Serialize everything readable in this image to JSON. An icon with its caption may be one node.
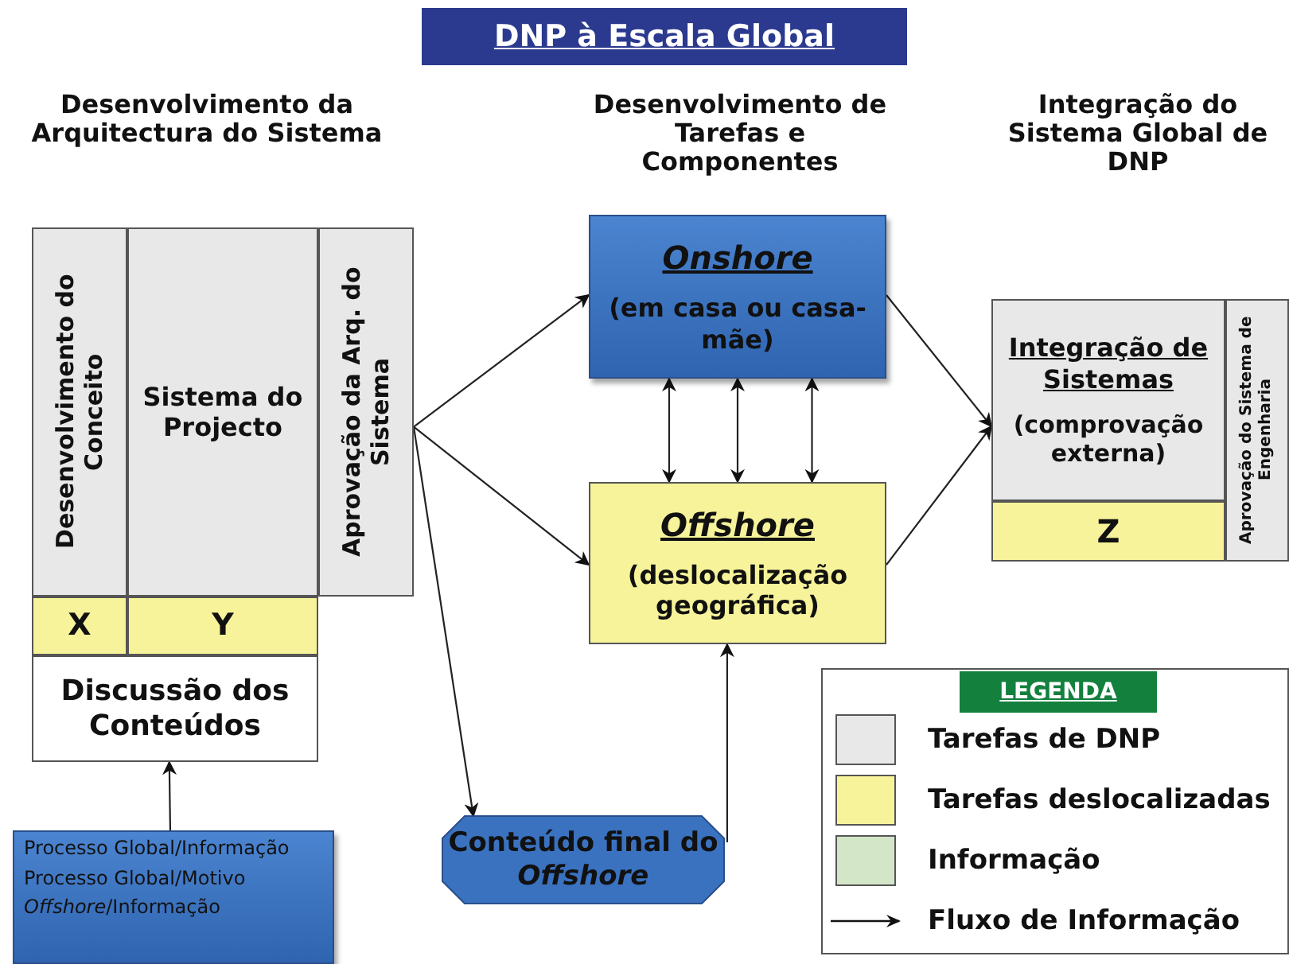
{
  "diagram": {
    "title": "DNP à Escala Global",
    "nodes": [
      {
        "text": [
          "Desenvolvimento do Conceito"
        ]
      },
      {
        "text": [
          "Sistema do Projecto"
        ]
      },
      {
        "text": [
          "Aprovação da Arq. do Sistema"
        ]
      },
      {
        "text": [
          "X"
        ]
      },
      {
        "text": [
          "Y"
        ]
      },
      {
        "text": [
          "Discussão dos Conteúdos"
        ]
      },
      {
        "text": [
          "Onshore",
          "(em casa ou casa-mãe)"
        ]
      },
      {
        "text": [
          "Offshore",
          "(deslocalização geográfica)"
        ]
      },
      {
        "text": [
          "Integração de Sistemas",
          "(comprovação externa)"
        ]
      },
      {
        "text": [
          "Z"
        ]
      },
      {
        "text": [
          "Aprovação do Sistema de Engenharia"
        ]
      },
      {
        "text": [
          "Conteúdo final do *Offshore*"
        ]
      },
      {
        "text": [
          "Processo Global/Informação",
          "Processo Global/Motivo",
          "*Offshore*/Informação"
        ]
      }
    ],
    "edges": [
      {
        "from": 2,
        "to": 6,
        "arrow": "to"
      },
      {
        "from": 2,
        "to": 7,
        "arrow": "to"
      },
      {
        "from": 2,
        "to": 11,
        "arrow": "to"
      },
      {
        "from": 6,
        "to": 7,
        "arrow": "both"
      },
      {
        "from": 6,
        "to": 7,
        "arrow": "both"
      },
      {
        "from": 6,
        "to": 7,
        "arrow": "both"
      },
      {
        "from": 6,
        "to": 8,
        "arrow": "to"
      },
      {
        "from": 7,
        "to": 8,
        "arrow": "to"
      },
      {
        "from": 11,
        "to": 7,
        "arrow": "to"
      },
      {
        "from": 12,
        "to": 5,
        "arrow": "to"
      }
    ],
    "labels": [
      "Desenvolvimento da Arquitectura do Sistema",
      "Desenvolvimento de Tarefas e Componentes",
      "Integração do Sistema Global de DNP",
      "LEGENDA"
    ],
    "legend": [
      {
        "text": "Tarefas de DNP",
        "color": "#e8e8e8"
      },
      {
        "text": "Tarefas deslocalizadas",
        "color": "#f7f39a"
      },
      {
        "text": "Informação",
        "color": "#d3e6c8"
      },
      {
        "text": "Fluxo de Informação"
      }
    ]
  }
}
